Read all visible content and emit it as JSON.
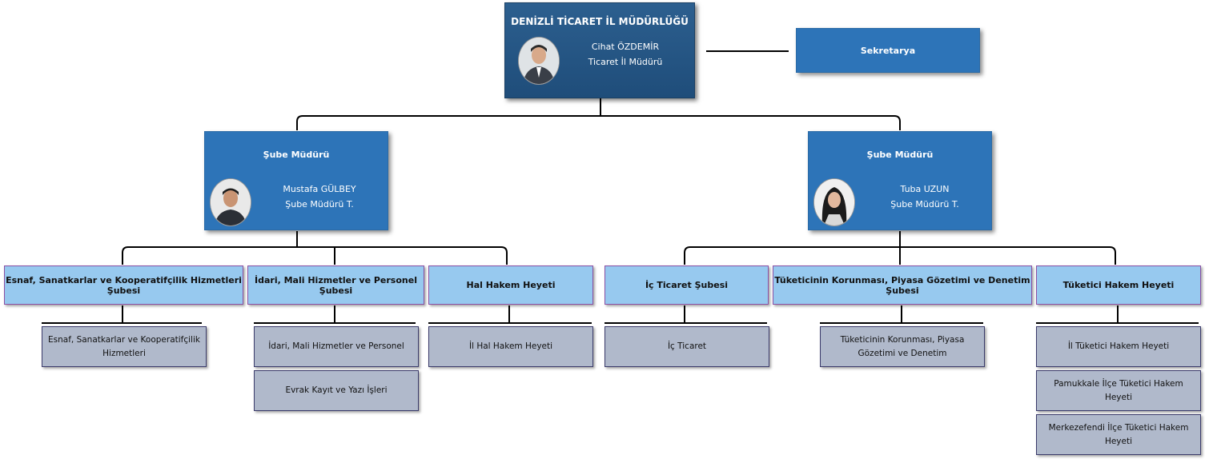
{
  "director": {
    "title": "DENİZLİ TİCARET İL MÜDÜRLÜĞÜ",
    "name": "Cihat ÖZDEMİR",
    "role": "Ticaret İl Müdürü"
  },
  "secretariat": {
    "label": "Sekretarya"
  },
  "branch_managers": [
    {
      "title": "Şube Müdürü",
      "name": "Mustafa GÜLBEY",
      "role": "Şube Müdürü T."
    },
    {
      "title": "Şube Müdürü",
      "name": "Tuba UZUN",
      "role": "Şube Müdürü T."
    }
  ],
  "departments": [
    {
      "label": "Esnaf, Sanatkarlar ve Kooperatifçilik Hizmetleri Şubesi",
      "units": [
        "Esnaf, Sanatkarlar ve Kooperatifçilik Hizmetleri"
      ]
    },
    {
      "label": "İdari, Mali Hizmetler ve Personel Şubesi",
      "units": [
        "İdari, Mali Hizmetler ve Personel",
        "Evrak Kayıt ve Yazı İşleri"
      ]
    },
    {
      "label": "Hal Hakem Heyeti",
      "units": [
        "İl Hal Hakem Heyeti"
      ]
    },
    {
      "label": "İç Ticaret Şubesi",
      "units": [
        "İç Ticaret"
      ]
    },
    {
      "label": "Tüketicinin Korunması, Piyasa Gözetimi ve Denetim Şubesi",
      "units": [
        "Tüketicinin Korunması, Piyasa Gözetimi ve Denetim"
      ]
    },
    {
      "label": "Tüketici Hakem Heyeti",
      "units": [
        "İl Tüketici Hakem Heyeti",
        "Pamukkale İlçe Tüketici Hakem Heyeti",
        "Merkezefendi İlçe Tüketici Hakem Heyeti"
      ]
    }
  ]
}
